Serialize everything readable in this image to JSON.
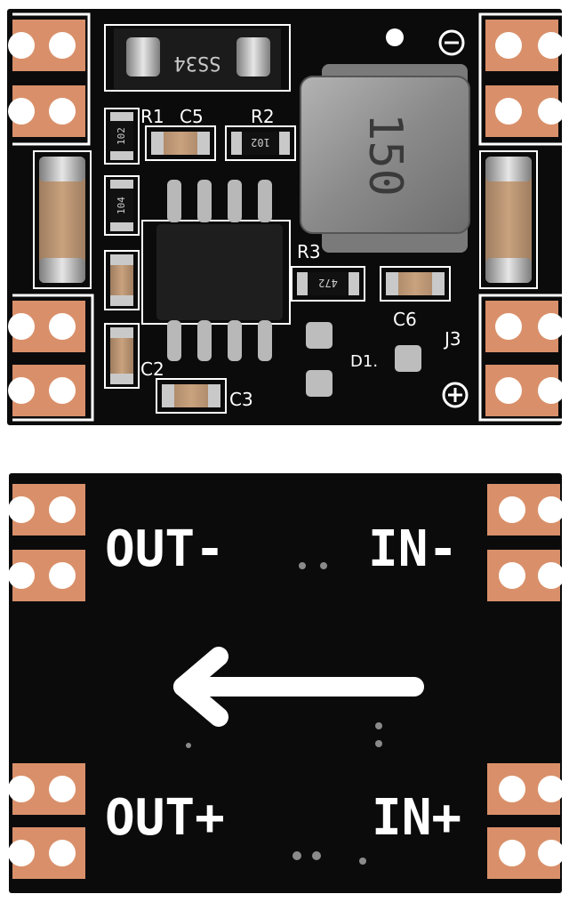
{
  "top_board": {
    "labels": {
      "r1": "R1",
      "c5": "C5",
      "r2": "R2",
      "r3": "R3",
      "c6": "C6",
      "c2": "C2",
      "c3": "C3",
      "j3": "J3",
      "d1": "D1."
    },
    "markings": {
      "diode": "SS34",
      "inductor": "150",
      "r1_value": "102",
      "r2_value": "102",
      "r3_value": "472",
      "cap_value": "104"
    }
  },
  "bottom_board": {
    "labels": {
      "out_minus": "OUT-",
      "in_minus": "IN-",
      "out_plus": "OUT+",
      "in_plus": "IN+"
    }
  },
  "colors": {
    "pcb": "#0b0b0c",
    "silkscreen": "#ffffff",
    "copper_pad": "#d9906a",
    "component_body": "#c9a27e",
    "inductor": "#8d8d8d",
    "ic": "#1e1e1e"
  }
}
